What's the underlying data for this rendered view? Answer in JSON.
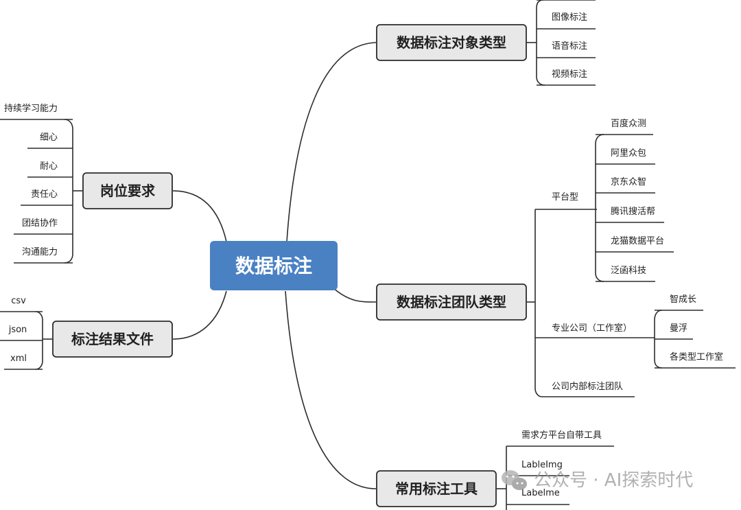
{
  "root": {
    "label": "数据标注"
  },
  "branches": {
    "objects": {
      "label": "数据标注对象类型",
      "items": [
        "图像标注",
        "语音标注",
        "视频标注"
      ]
    },
    "teams": {
      "label": "数据标注团队类型",
      "platform": {
        "label": "平台型",
        "items": [
          "百度众测",
          "阿里众包",
          "京东众智",
          "腾讯搜活帮",
          "龙猫数据平台",
          "泛函科技"
        ]
      },
      "company": {
        "label": "专业公司（工作室）",
        "items": [
          "智成长",
          "曼浮",
          "各类型工作室"
        ]
      },
      "internal": {
        "label": "公司内部标注团队"
      }
    },
    "tools": {
      "label": "常用标注工具",
      "items": [
        "需求方平台自带工具",
        "LableImg",
        "Labelme"
      ]
    },
    "requirements": {
      "label": "岗位要求",
      "items": [
        "持续学习能力",
        "细心",
        "耐心",
        "责任心",
        "团结协作",
        "沟通能力"
      ]
    },
    "files": {
      "label": "标注结果文件",
      "items": [
        "csv",
        "json",
        "xml"
      ]
    }
  },
  "watermark": {
    "text": "公众号 · AI探索时代"
  },
  "colors": {
    "root_fill": "#4a81c2",
    "branch_fill": "#e8e8e8",
    "line": "#2b2b2b"
  }
}
